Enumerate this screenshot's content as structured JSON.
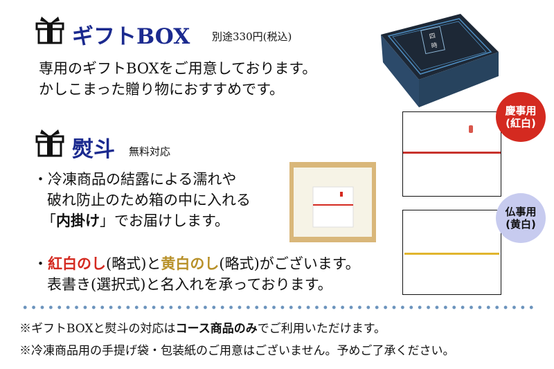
{
  "giftbox": {
    "title": "ギフトBOX",
    "price": "別途330円(税込)",
    "lines": [
      "専用のギフトBOXをご用意しております。",
      "かしこまった贈り物におすすめです。"
    ],
    "box_logo": "四時"
  },
  "noshi": {
    "title": "熨斗",
    "subtitle": "無料対応",
    "bullet1": {
      "line1": "・冷凍商品の結露による濡れや",
      "line2": "破れ防止のため箱の中に入れる",
      "line3_open": "「",
      "line3_bold": "内掛け",
      "line3_rest": "」でお届けします。"
    },
    "bullet2": {
      "dot": "・",
      "red": "紅白のし",
      "p1": "(略式)と",
      "gold": "黄白のし",
      "p2": "(略式)がございます。",
      "line2": "表書き(選択式)と名入れを承っております。"
    }
  },
  "cards": {
    "celebration": {
      "line1": "慶事用",
      "line2": "(紅白)",
      "color": "#d42a20"
    },
    "buddhist": {
      "line1": "仏事用",
      "line2": "(黄白)",
      "color": "#c7cbef"
    }
  },
  "notes": {
    "n1_a": "※ギフトBOXと熨斗の対応は",
    "n1_bold": "コース商品のみ",
    "n1_b": "でご利用いただけます。",
    "n2": "※冷凍商品用の手提げ袋・包装紙のご用意はございません。予めご了承ください。"
  }
}
